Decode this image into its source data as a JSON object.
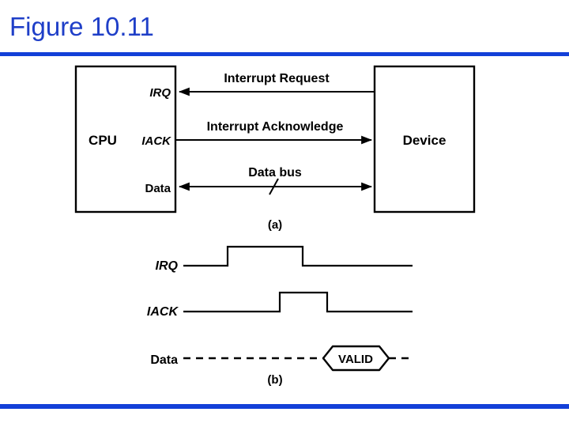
{
  "slide": {
    "title": "Figure 10.11",
    "title_color": "#1f3fc8",
    "rule_color": "#1340d8",
    "background": "#ffffff"
  },
  "figure": {
    "block_diagram": {
      "caption": "(a)",
      "blocks": [
        {
          "id": "cpu",
          "label": "CPU"
        },
        {
          "id": "device",
          "label": "Device"
        }
      ],
      "ports": [
        {
          "id": "irq",
          "label": "IRQ",
          "style": "italic"
        },
        {
          "id": "iack",
          "label": "IACK",
          "style": "italic"
        },
        {
          "id": "data",
          "label": "Data",
          "style": "normal"
        }
      ],
      "signals": [
        {
          "id": "interrupt-request",
          "label": "Interrupt Request",
          "direction": "device-to-cpu"
        },
        {
          "id": "interrupt-acknowledge",
          "label": "Interrupt Acknowledge",
          "direction": "cpu-to-device"
        },
        {
          "id": "data-bus",
          "label": "Data bus",
          "direction": "bidirectional",
          "has_bus_slash": true
        }
      ]
    },
    "timing_diagram": {
      "caption": "(b)",
      "waveforms": [
        {
          "id": "irq",
          "label": "IRQ",
          "style": "italic",
          "type": "pulse"
        },
        {
          "id": "iack",
          "label": "IACK",
          "style": "italic",
          "type": "pulse"
        },
        {
          "id": "data",
          "label": "Data",
          "style": "normal",
          "type": "dashed-bus",
          "value_label": "VALID"
        }
      ]
    }
  }
}
